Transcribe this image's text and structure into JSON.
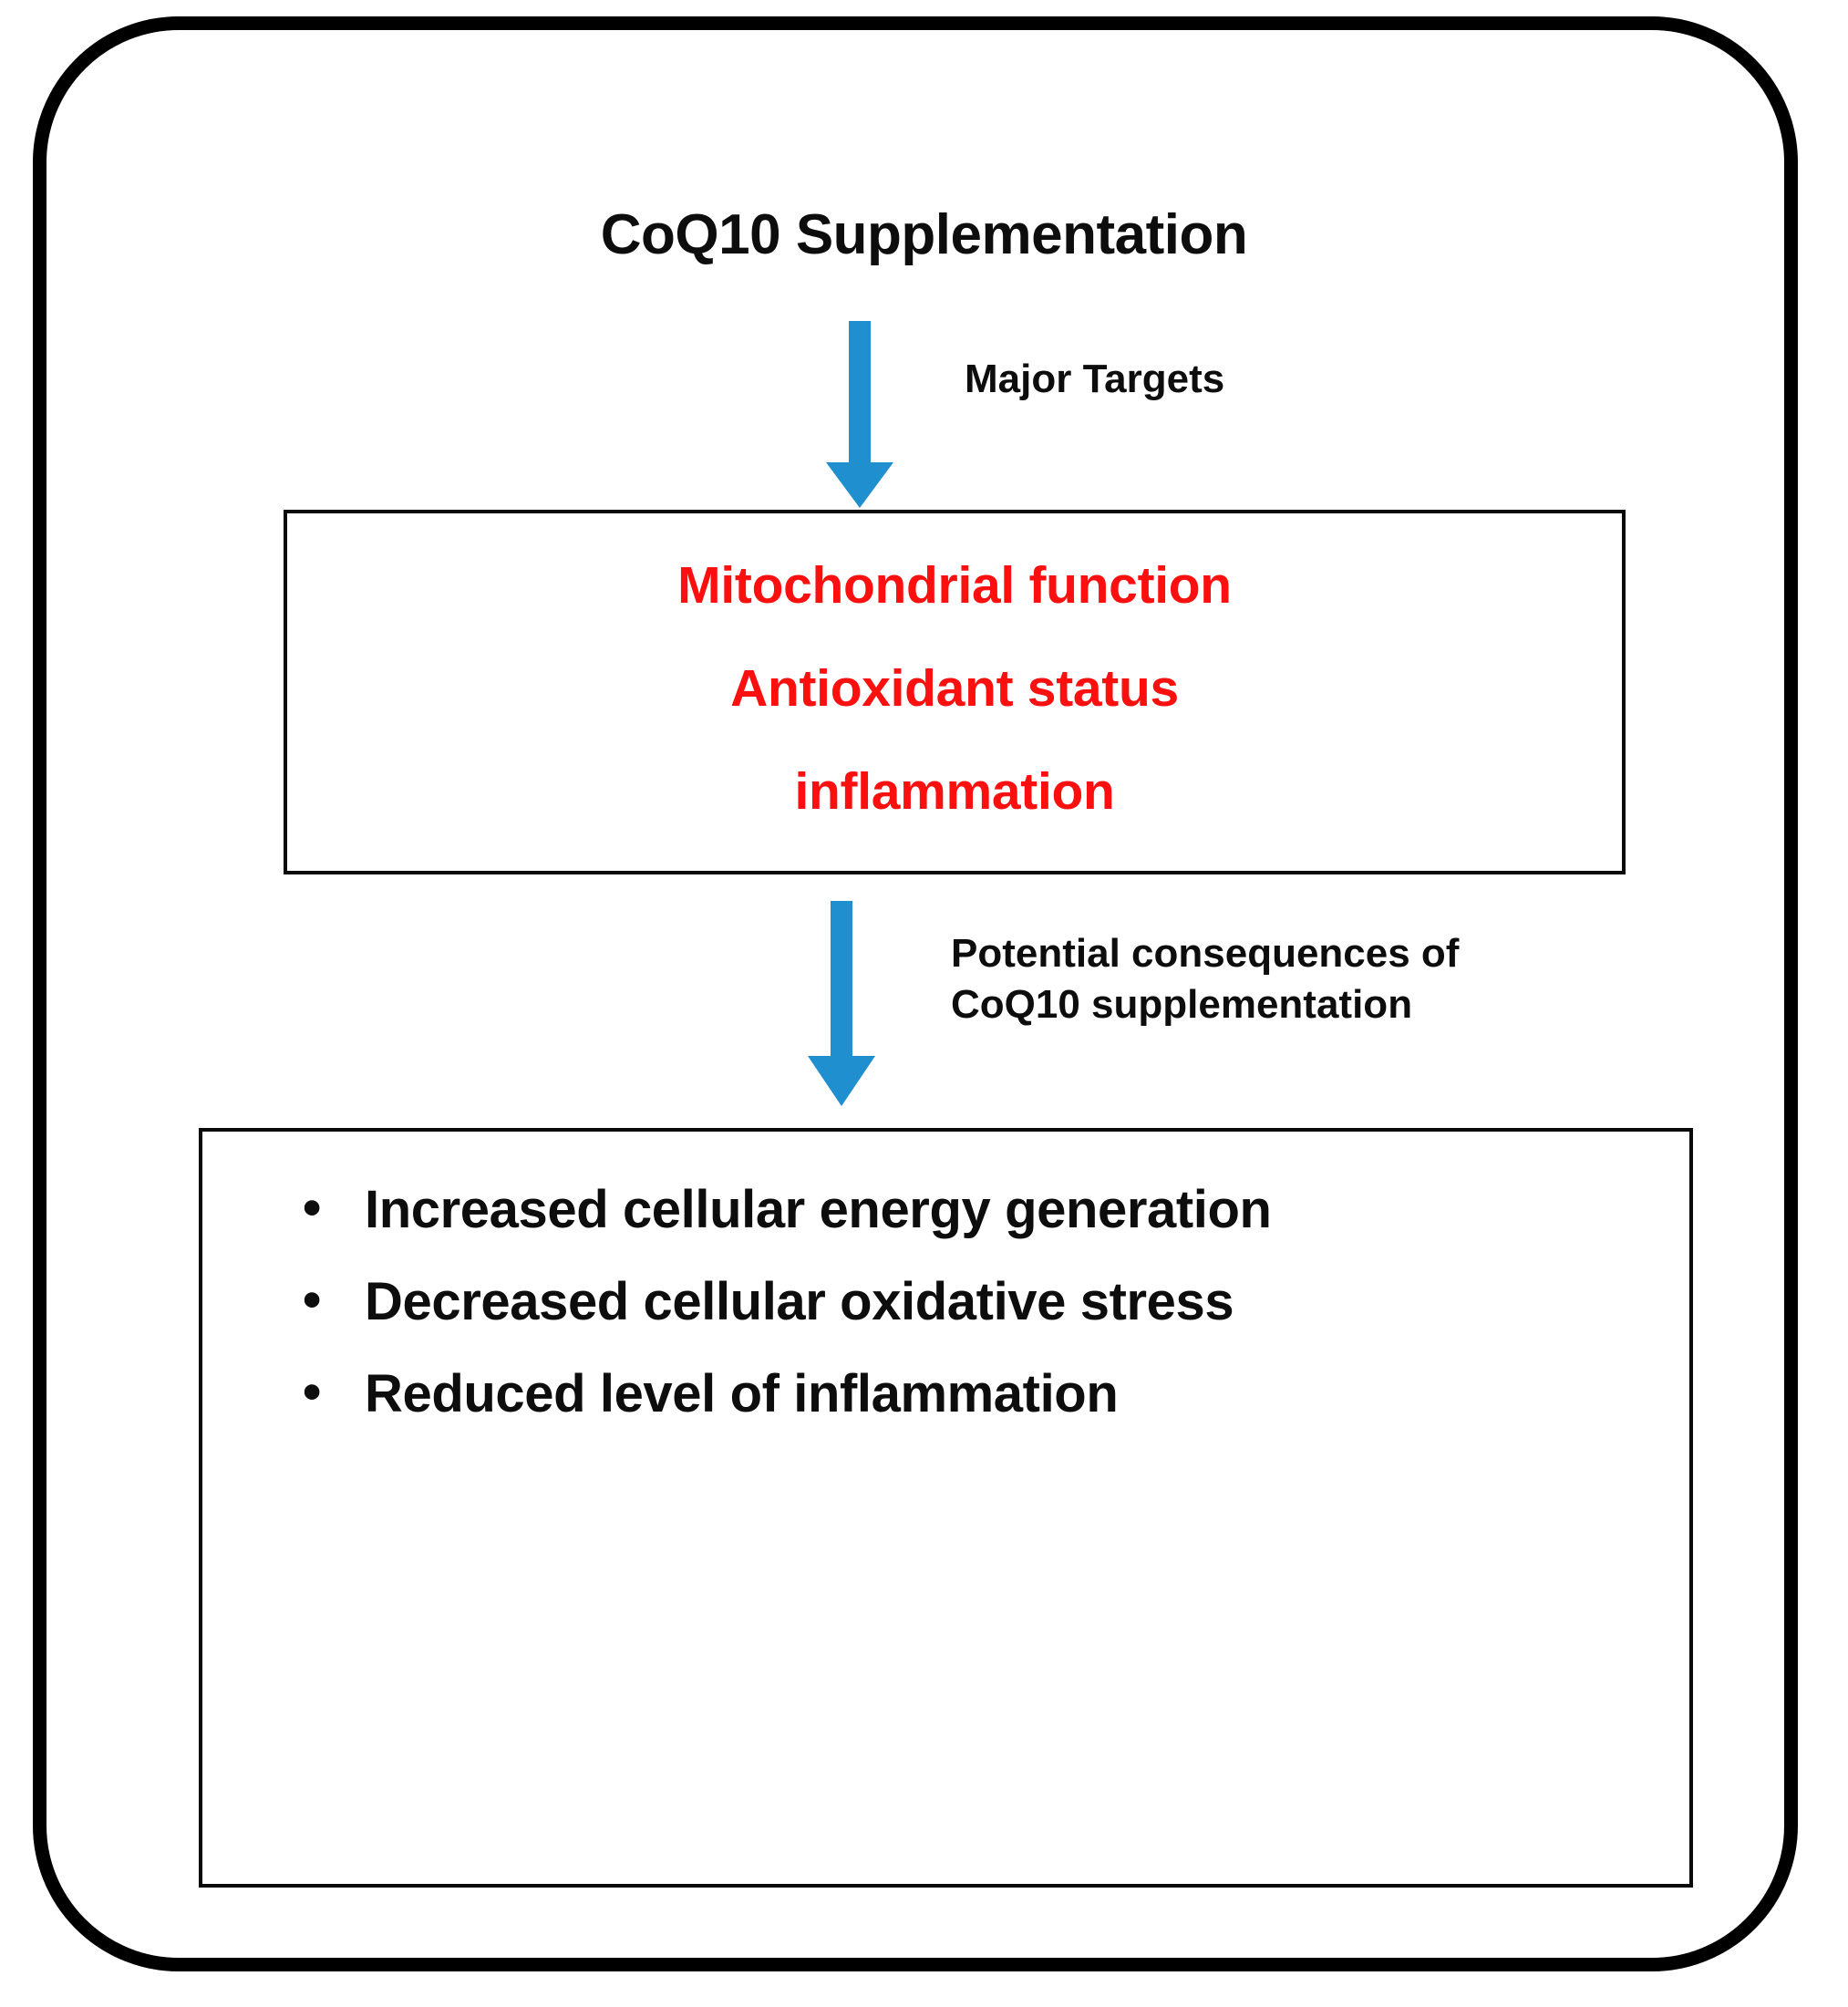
{
  "diagram": {
    "title": "CoQ10 Supplementation",
    "arrow_labels": {
      "major_targets": "Major Targets",
      "consequences": "Potential consequences of\nCoQ10 supplementation"
    },
    "targets_box": {
      "lines": [
        "Mitochondrial function",
        "Antioxidant status",
        "inflammation"
      ]
    },
    "consequences_box": {
      "bullet_glyph": "•",
      "items": [
        "Increased cellular energy generation",
        "Decreased cellular oxidative stress",
        "Reduced level of inflammation"
      ]
    },
    "colors": {
      "arrow_blue": "#1f8fcf",
      "target_red": "#fb0f0f",
      "text_black": "#0d0d0d",
      "frame_black": "#000000",
      "background": "#ffffff"
    }
  }
}
